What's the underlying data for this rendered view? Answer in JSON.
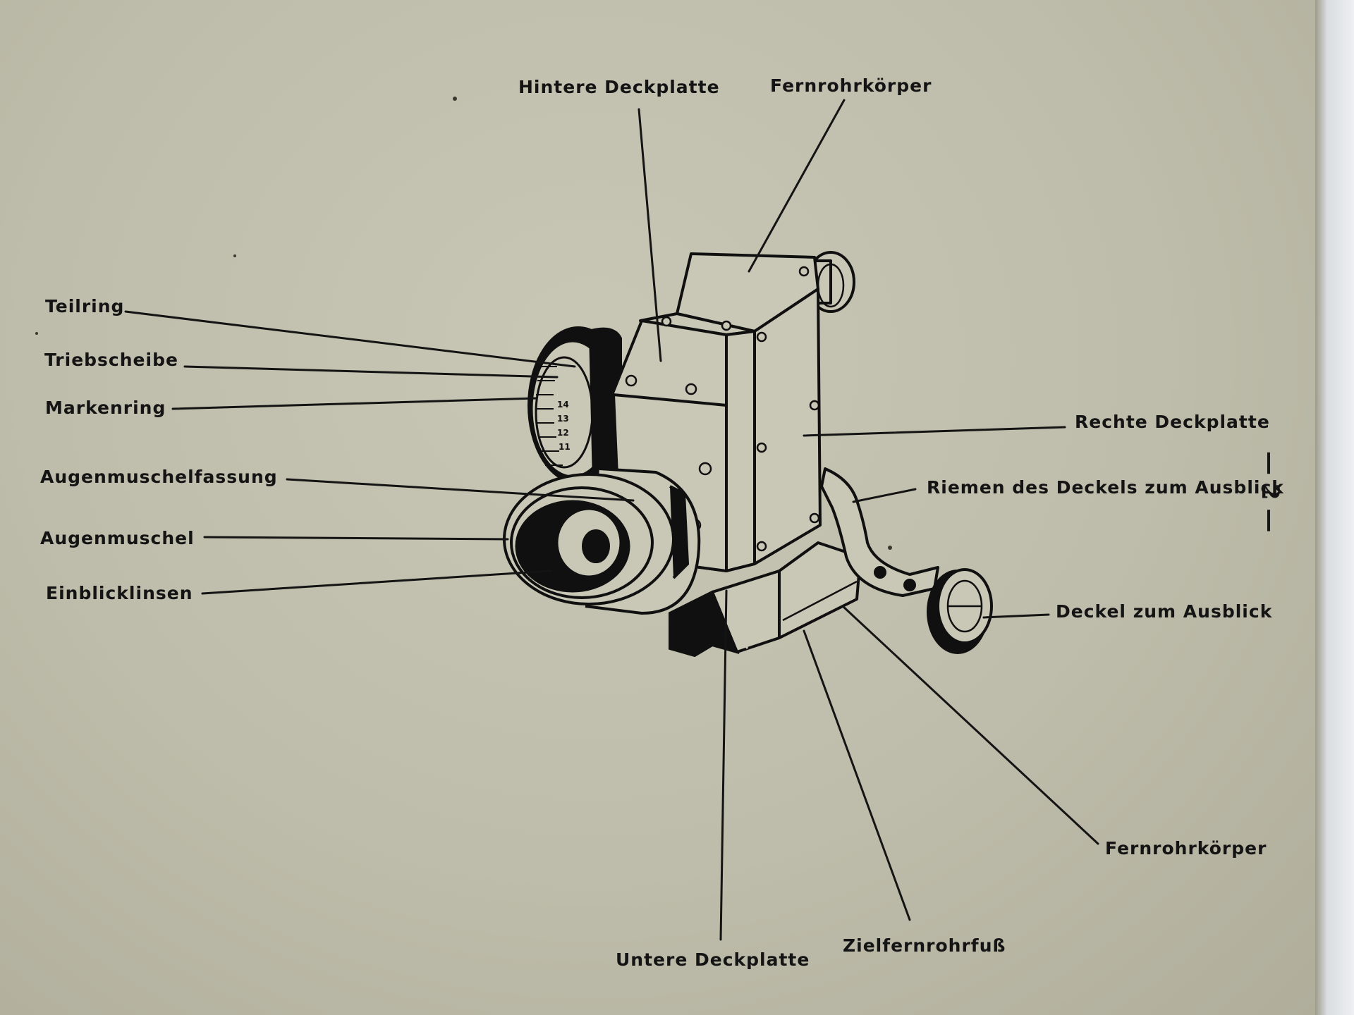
{
  "labels": {
    "hintere_deckplatte": "Hintere Deckplatte",
    "fernrohrkoerper_top": "Fernrohrkörper",
    "teilring": "Teilring",
    "triebscheibe": "Triebscheibe",
    "markenring": "Markenring",
    "augenmuschelfassung": "Augenmuschelfassung",
    "augenmuschel": "Augenmuschel",
    "einblicklinsen": "Einblicklinsen",
    "rechte_deckplatte": "Rechte Deckplatte",
    "riemen": "Riemen des Deckels zum Ausblick",
    "deckel": "Deckel zum Ausblick",
    "fernrohrkoerper_bottom": "Fernrohrkörper",
    "untere_deckplatte": "Untere Deckplatte",
    "zielfernrohrfuss": "Zielfernrohrfuß"
  },
  "page_number": "— 2 —",
  "scale_numbers": [
    "14",
    "13",
    "12",
    "11"
  ],
  "colors": {
    "paper": "#c4c2b0",
    "ink": "#141414"
  }
}
